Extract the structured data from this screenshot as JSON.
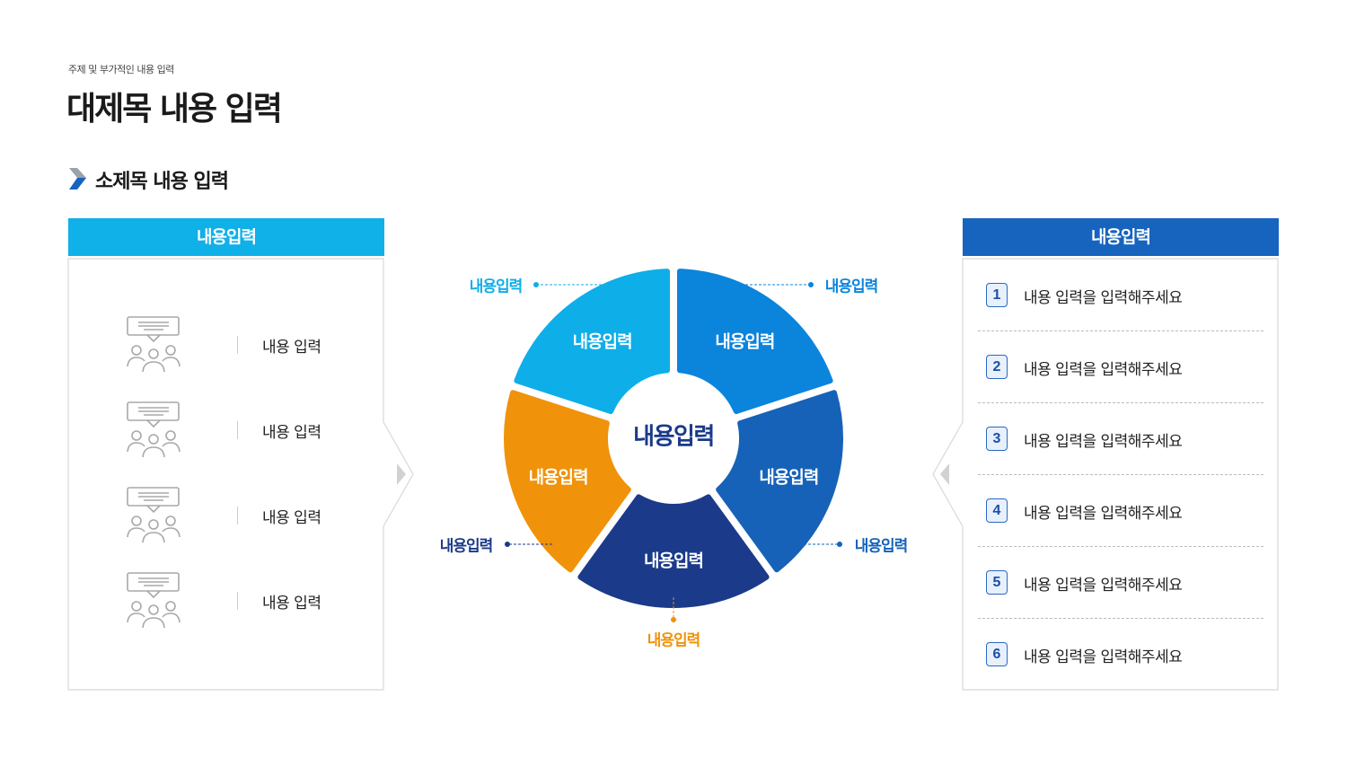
{
  "header": {
    "subtitle": "주제 및 부가적인 내용 입력",
    "title": "대제목 내용 입력",
    "section_title": "소제목 내용 입력"
  },
  "left_panel": {
    "title": "내용입력",
    "items": [
      {
        "icon": "group-discussion-icon",
        "label": "내용 입력"
      },
      {
        "icon": "group-discussion-icon",
        "label": "내용 입력"
      },
      {
        "icon": "group-discussion-icon",
        "label": "내용 입력"
      },
      {
        "icon": "group-discussion-icon",
        "label": "내용 입력"
      }
    ]
  },
  "right_panel": {
    "title": "내용입력",
    "items": [
      {
        "num": "1",
        "text": "내용 입력을 입력해주세요"
      },
      {
        "num": "2",
        "text": "내용 입력을 입력해주세요"
      },
      {
        "num": "3",
        "text": "내용 입력을 입력해주세요"
      },
      {
        "num": "4",
        "text": "내용 입력을 입력해주세요"
      },
      {
        "num": "5",
        "text": "내용 입력을 입력해주세요"
      },
      {
        "num": "6",
        "text": "내용 입력을 입력해주세요"
      }
    ]
  },
  "diagram": {
    "center_label": "내용입력",
    "segments": [
      {
        "label": "내용입력",
        "callout": "내용입력",
        "color": "#0eaee8"
      },
      {
        "label": "내용입력",
        "callout": "내용입력",
        "color": "#0b84dc"
      },
      {
        "label": "내용입력",
        "callout": "내용입력",
        "color": "#1662b8"
      },
      {
        "label": "내용입력",
        "callout": "내용입력",
        "color": "#1b3a8a"
      },
      {
        "label": "내용입력",
        "callout": "내용입력",
        "color": "#f0920a"
      }
    ]
  }
}
